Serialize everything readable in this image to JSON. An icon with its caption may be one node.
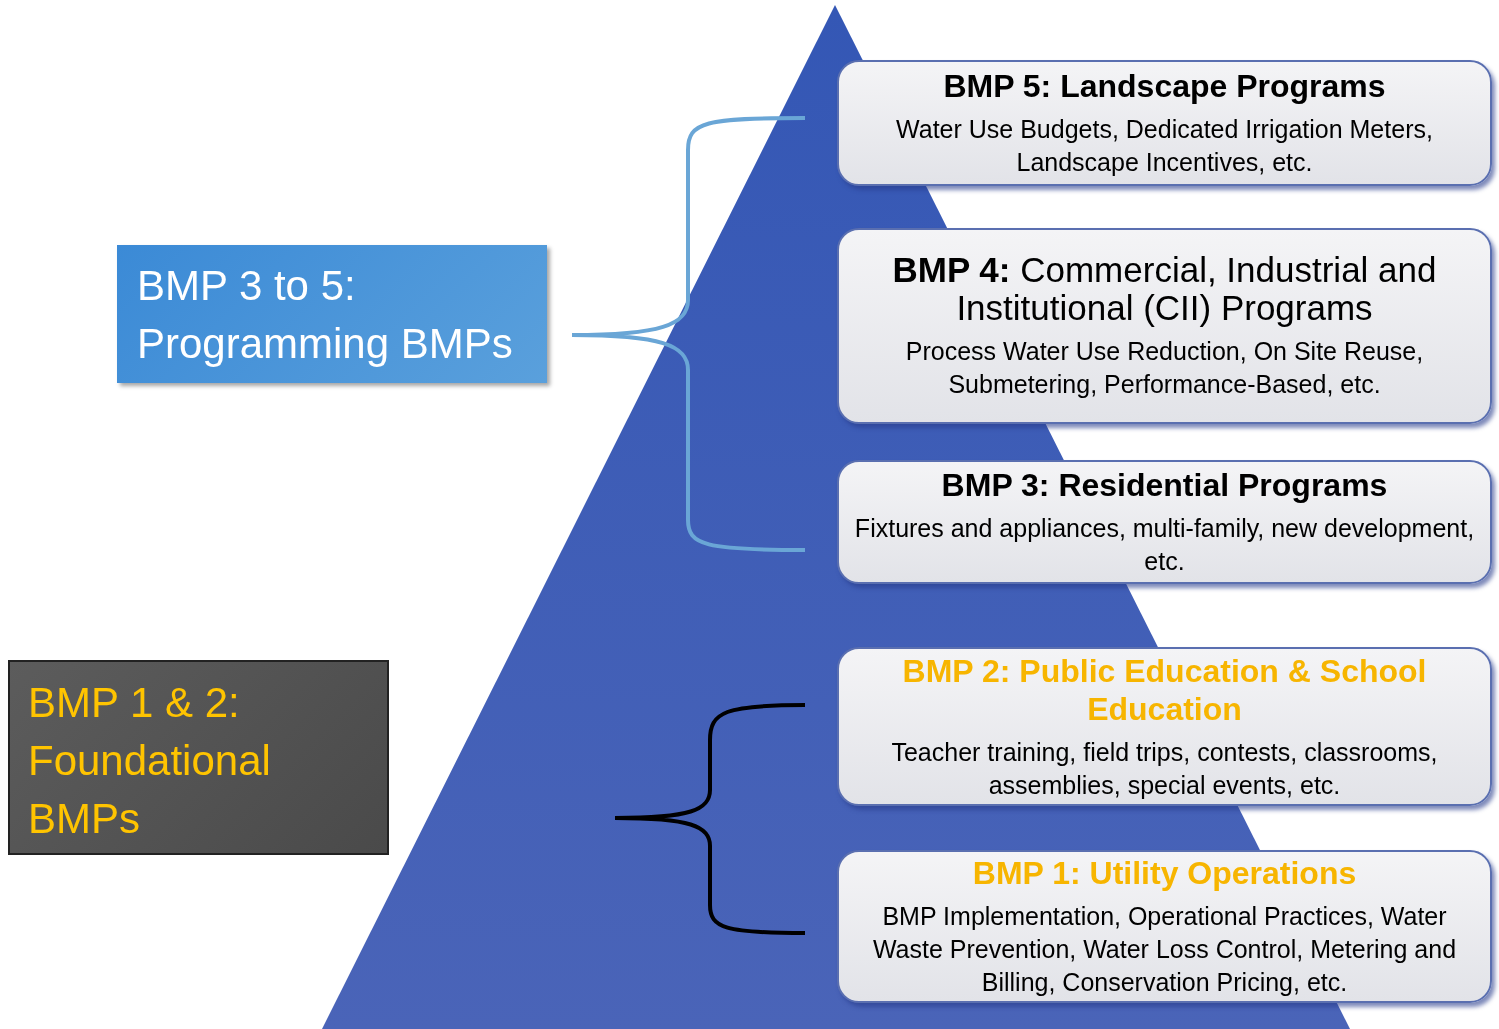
{
  "diagram": {
    "nodes": [
      {
        "text": [
          "BMP 5: Landscape Programs",
          "Water Use Budgets, Dedicated Irrigation Meters, Landscape Incentives, etc."
        ]
      },
      {
        "text": [
          "**BMP 4:** Commercial, Industrial and Institutional (CII) Programs",
          "Process Water Use Reduction, On Site Reuse, Submetering, Performance-Based, etc."
        ]
      },
      {
        "text": [
          "BMP 3: Residential Programs",
          "Fixtures and appliances, multi-family, new development, etc."
        ]
      },
      {
        "text": [
          "BMP 2: Public Education & School Education",
          "Teacher training, field trips, contests, classrooms, assemblies, special events, etc."
        ]
      },
      {
        "text": [
          "BMP 1: Utility Operations",
          "BMP Implementation, Operational Practices, Water Waste Prevention, Water Loss Control, Metering and Billing, Conservation Pricing, etc."
        ]
      },
      {
        "text": [
          "BMP 3 to 5: Programming BMPs"
        ]
      },
      {
        "text": [
          "BMP 1 & 2: Foundational BMPs"
        ]
      }
    ]
  }
}
